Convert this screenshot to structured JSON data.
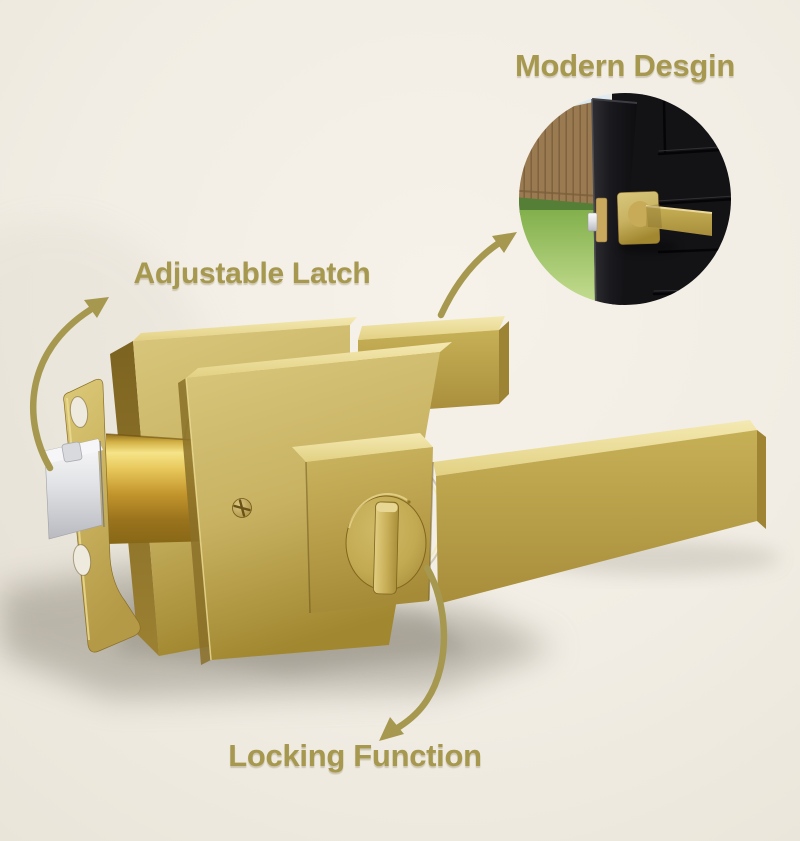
{
  "labels": {
    "modern_design": "Modern Desgin",
    "adjustable_latch": "Adjustable Latch",
    "locking_function": "Locking Function"
  },
  "colors": {
    "background": "#f1ede4",
    "label_text": "#a6984f",
    "arrow": "#a6984f",
    "hardware_gold": "#c9b25c",
    "gold_highlight": "#ecdfa0",
    "gold_shadow": "#8f762c",
    "latch_barrel_gold": "#e8c95a",
    "latch_bolt_chrome": "#e6e6e9",
    "door_black": "#17171a",
    "grass_green": "#a9cc6a",
    "hedge_green": "#557f36",
    "fence_brown": "#9b7b52",
    "sky_blue": "#cfe0ea"
  },
  "icons": {
    "adjustable_latch_arrow": "curved-arrow-up-right",
    "modern_design_arrow": "curved-arrow-up-right",
    "locking_function_arrow": "curved-arrow-down-left"
  },
  "product_parts": [
    "latch-faceplate",
    "latch-bolt",
    "latch-barrel",
    "back-rosette",
    "back-lever",
    "front-rosette",
    "mounting-screw",
    "lever-hub",
    "front-lever",
    "thumbturn-lock"
  ],
  "inset": {
    "description": "gold-lever-installed-on-black-door-open-to-backyard"
  }
}
